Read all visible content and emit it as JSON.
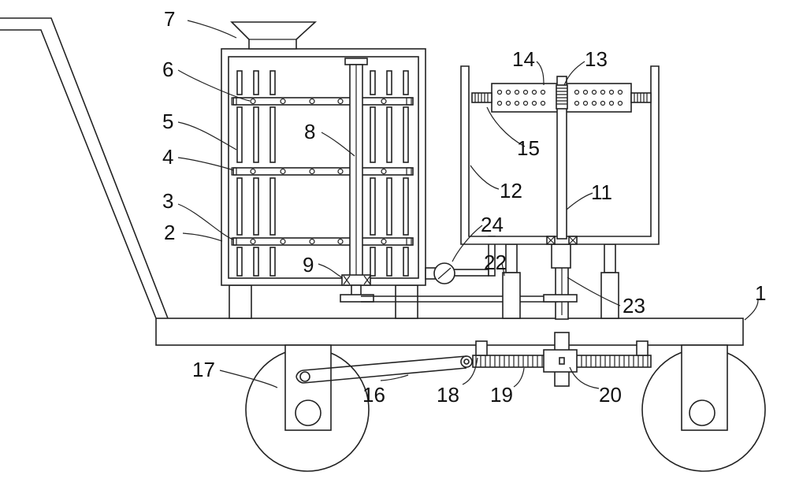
{
  "labels": {
    "l1": "1",
    "l2": "2",
    "l3": "3",
    "l4": "4",
    "l5": "5",
    "l6": "6",
    "l7": "7",
    "l8": "8",
    "l9": "9",
    "l11": "11",
    "l12": "12",
    "l13": "13",
    "l14": "14",
    "l15": "15",
    "l16": "16",
    "l17": "17",
    "l18": "18",
    "l19": "19",
    "l20": "20",
    "l22": "22",
    "l23": "23",
    "l24": "24"
  },
  "colors": {
    "stroke": "#222222",
    "background": "#ffffff"
  }
}
